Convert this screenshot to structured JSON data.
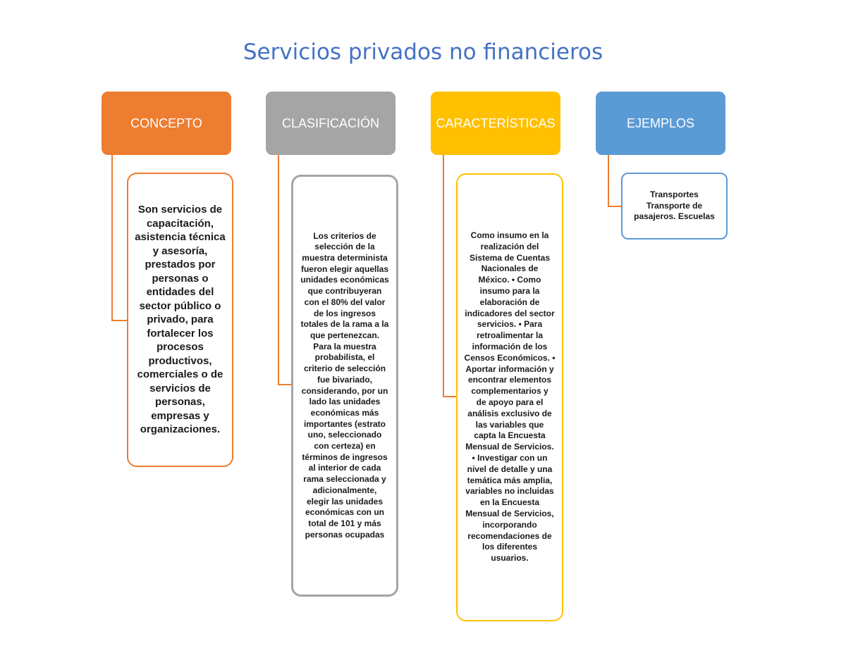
{
  "title": "Servicios privados no financieros",
  "colors": {
    "title": "#4472c4",
    "concepto": "#ed7d31",
    "clasificacion": "#a5a5a5",
    "caracteristicas": "#ffc000",
    "ejemplos": "#5b9bd5"
  },
  "columns": [
    {
      "header": "CONCEPTO",
      "text": "Son servicios de\ncapacitación,\nasistencia técnica\ny asesoría,\nprestados por\npersonas o\nentidades del\nsector público o\nprivado, para\nfortalecer los\nprocesos\nproductivos,\ncomerciales o de\nservicios de\npersonas,\nempresas y\norganizaciones."
    },
    {
      "header": "CLASIFICACIÓN",
      "text": "Los criterios de\nselección de la\nmuestra determinista\nfueron elegir aquellas\nunidades económicas\nque contribuyeran\ncon el 80% del valor\nde los ingresos\ntotales de la rama a la\nque pertenezcan.\nPara la muestra\nprobabilista, el\ncriterio de selección\nfue bivariado,\nconsiderando, por un\nlado las unidades\neconómicas más\nimportantes (estrato\nuno, seleccionado\ncon certeza) en\ntérminos de ingresos\nal interior de cada\nrama seleccionada y\nadicionalmente,\nelegir las unidades\neconómicas con un\ntotal de 101 y más\npersonas ocupadas"
    },
    {
      "header": "CARACTERÍSTICAS",
      "text": "Como insumo en la\nrealización del\nSistema de Cuentas\nNacionales de\nMéxico. • Como\ninsumo para la\nelaboración de\nindicadores del sector\nservicios. • Para\nretroalimentar la\ninformación de los\nCensos Económicos. •\nAportar información y\nencontrar elementos\ncomplementarios y\nde apoyo para el\nanálisis exclusivo de\nlas variables que\ncapta la Encuesta\nMensual de Servicios.\n• Investigar con un\nnivel de detalle y una\ntemática más amplia,\nvariables no incluidas\nen la Encuesta\nMensual de Servicios,\nincorporando\nrecomendaciones de\nlos diferentes\nusuarios."
    },
    {
      "header": "EJEMPLOS",
      "text": "Transportes\nTransporte de\npasajeros. Escuelas"
    }
  ]
}
